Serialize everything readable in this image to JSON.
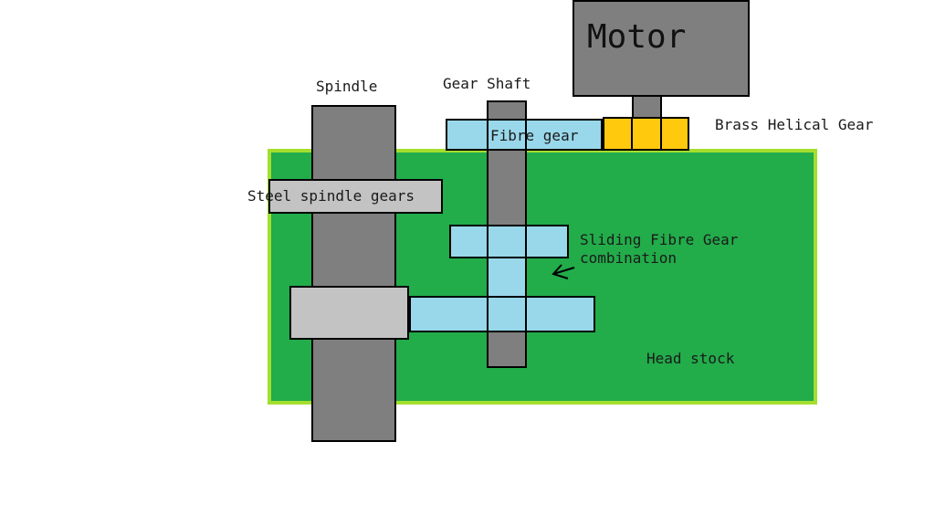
{
  "colors": {
    "headstock_fill": "#22ac4a",
    "headstock_border": "#a4de2f",
    "shaft": "#7f7f7f",
    "steel_gear": "#c3c3c3",
    "fibre_gear": "#99d8ea",
    "brass_gear": "#ffc90e",
    "motor": "#7f7f7f"
  },
  "labels": {
    "motor": "Motor",
    "spindle": "Spindle",
    "gear_shaft": "Gear Shaft",
    "brass_helical_gear": "Brass Helical Gear",
    "fibre_gear": "Fibre gear",
    "steel_spindle_gears": "Steel spindle gears",
    "sliding_fibre_gear_line1": "Sliding Fibre Gear",
    "sliding_fibre_gear_line2": "combination",
    "head_stock": "Head stock"
  }
}
